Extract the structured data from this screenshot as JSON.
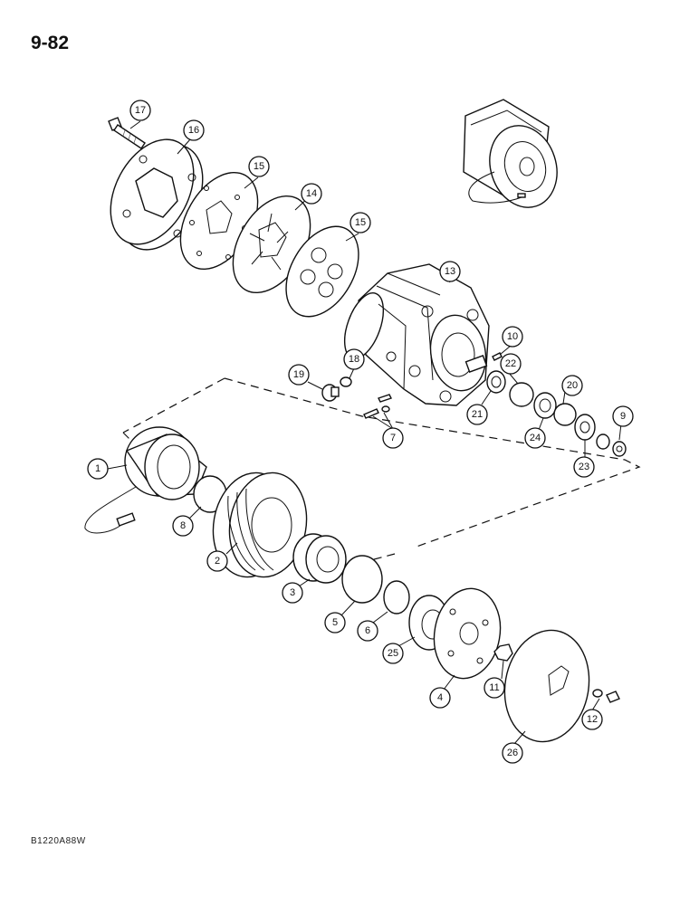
{
  "page": {
    "number": "9-82",
    "figure_code": "B1220A88W"
  },
  "callouts": [
    "1",
    "2",
    "3",
    "4",
    "5",
    "6",
    "7",
    "8",
    "9",
    "10",
    "11",
    "12",
    "13",
    "14",
    "15",
    "15",
    "16",
    "17",
    "18",
    "19",
    "20",
    "21",
    "22",
    "23",
    "24",
    "25",
    "26"
  ]
}
